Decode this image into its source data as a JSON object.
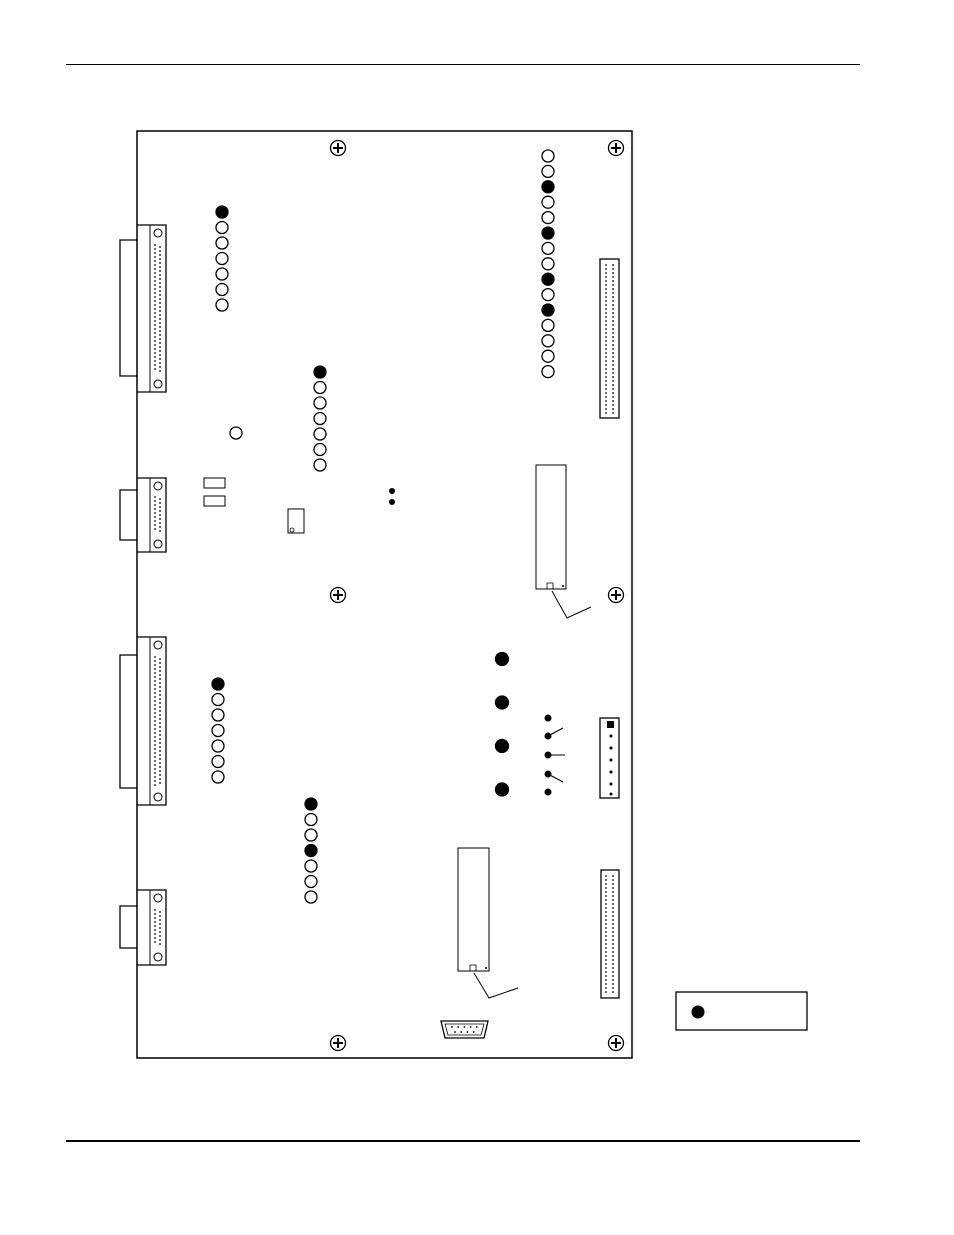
{
  "page": {
    "header_rule": true,
    "footer_rule": true
  },
  "board": {
    "background": "#ffffff",
    "stroke": "#000000",
    "mounting_holes": [
      {
        "name": "mounting-screw-top-middle"
      },
      {
        "name": "mounting-screw-top-right"
      },
      {
        "name": "mounting-screw-center-middle"
      },
      {
        "name": "mounting-screw-center-right"
      },
      {
        "name": "mounting-screw-bottom-middle"
      },
      {
        "name": "mounting-screw-bottom-right"
      }
    ],
    "led_columns": [
      {
        "name": "led-column-upper-left",
        "states": [
          1,
          0,
          0,
          0,
          0,
          0,
          0
        ]
      },
      {
        "name": "led-column-upper-middle",
        "states": [
          1,
          0,
          0,
          0,
          0,
          0,
          0
        ]
      },
      {
        "name": "led-column-top-right",
        "states": [
          0,
          0,
          1,
          0,
          0,
          1,
          0,
          0,
          1,
          0,
          1,
          0,
          0,
          0,
          0
        ]
      },
      {
        "name": "led-column-lower-left",
        "states": [
          1,
          0,
          0,
          0,
          0,
          0,
          0
        ]
      },
      {
        "name": "led-column-lower-middle",
        "states": [
          1,
          0,
          0,
          1,
          0,
          0,
          0
        ]
      },
      {
        "name": "led-column-status-large",
        "states": [
          1,
          1,
          1,
          1
        ]
      }
    ],
    "led_colors": {
      "lit": "#000000",
      "unlit": "#ffffff"
    },
    "dip_switch_positions": [
      "closed",
      "open",
      "closed",
      "open",
      "closed"
    ]
  },
  "legend": {
    "symbol": "filled-led-icon",
    "text": ""
  }
}
